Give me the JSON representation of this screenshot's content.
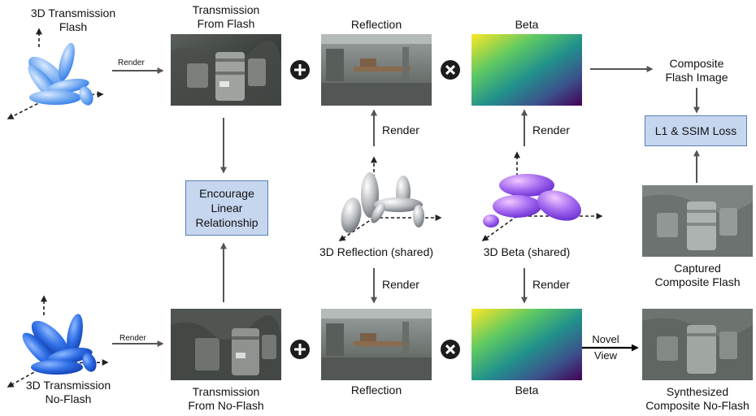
{
  "labels": {
    "transmission_flash_3d": [
      "3D Transmission",
      "Flash"
    ],
    "transmission_noflash_3d": [
      "3D Transmission",
      "No-Flash"
    ],
    "render": "Render",
    "transmission_from_flash": [
      "Transmission",
      "From Flash"
    ],
    "reflection_top": "Reflection",
    "beta_top": "Beta",
    "composite_flash_image": [
      "Composite",
      "Flash Image"
    ],
    "loss": "L1 & SSIM Loss",
    "encourage": [
      "Encourage",
      "Linear",
      "Relationship"
    ],
    "reflection_3d": "3D Reflection (shared)",
    "beta_3d": "3D Beta (shared)",
    "captured": [
      "Captured",
      "Composite Flash"
    ],
    "transmission_from_noflash": [
      "Transmission",
      "From No-Flash"
    ],
    "reflection_bottom": "Reflection",
    "beta_bottom": "Beta",
    "novel_view": [
      "Novel",
      "View"
    ],
    "synthesized": [
      "Synthesized",
      "Composite No-Flash"
    ]
  },
  "operators": {
    "add": "+",
    "multiply": "×"
  },
  "colors": {
    "gaussian_blue_light": "#7fb2f2",
    "gaussian_blue_dark": "#2f6fe6",
    "gaussian_gray": "#b9bcc0",
    "gaussian_purple": "#a56bf0",
    "box_fill": "#c5d6ee",
    "box_border": "#5a7fb5",
    "arrow": "#555555"
  }
}
